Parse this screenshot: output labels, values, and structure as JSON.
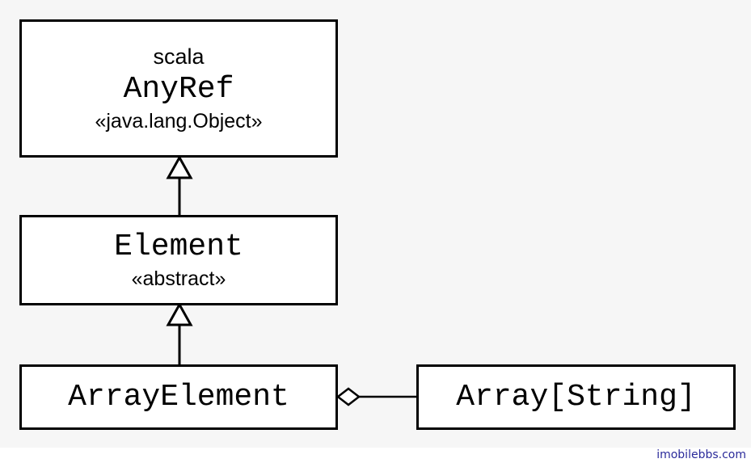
{
  "anyref_box": {
    "package": "scala",
    "name": "AnyRef",
    "stereotype": "«java.lang.Object»"
  },
  "element_box": {
    "name": "Element",
    "stereotype": "«abstract»"
  },
  "array_element_box": {
    "name": "ArrayElement"
  },
  "array_string_box": {
    "name": "Array[String]"
  },
  "relations": [
    {
      "from": "Element",
      "to": "AnyRef",
      "kind": "generalization"
    },
    {
      "from": "ArrayElement",
      "to": "Element",
      "kind": "generalization"
    },
    {
      "from": "ArrayElement",
      "to": "Array[String]",
      "kind": "aggregation"
    }
  ],
  "watermark": "imobilebbs.com"
}
